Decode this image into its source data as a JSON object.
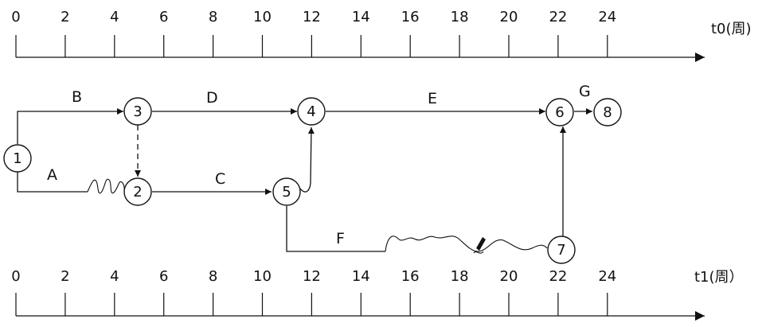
{
  "axes": {
    "top": {
      "title": "t0(周)",
      "ticks": [
        "0",
        "2",
        "4",
        "6",
        "8",
        "10",
        "12",
        "14",
        "16",
        "18",
        "20",
        "22",
        "24"
      ]
    },
    "bottom": {
      "title": "t1(周）",
      "ticks": [
        "0",
        "2",
        "4",
        "6",
        "8",
        "10",
        "12",
        "14",
        "16",
        "18",
        "20",
        "22",
        "24"
      ]
    }
  },
  "nodes": [
    {
      "id": "1",
      "label": "1"
    },
    {
      "id": "2",
      "label": "2"
    },
    {
      "id": "3",
      "label": "3"
    },
    {
      "id": "4",
      "label": "4"
    },
    {
      "id": "5",
      "label": "5"
    },
    {
      "id": "6",
      "label": "6"
    },
    {
      "id": "7",
      "label": "7"
    },
    {
      "id": "8",
      "label": "8"
    }
  ],
  "activities": {
    "A": "A",
    "B": "B",
    "C": "C",
    "D": "D",
    "E": "E",
    "F": "F",
    "G": "G"
  }
}
